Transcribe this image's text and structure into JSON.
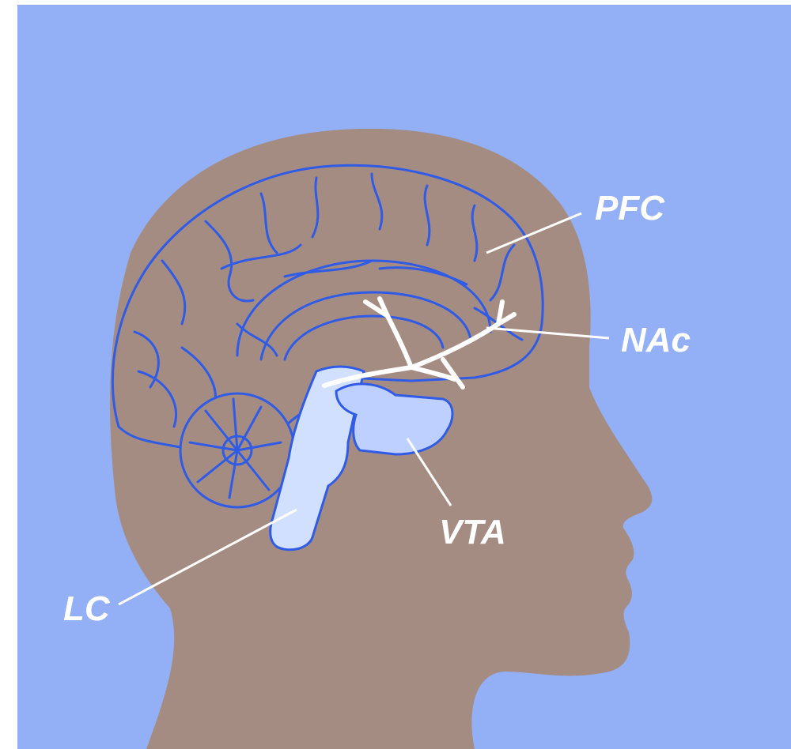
{
  "labels": {
    "pfc": "PFC",
    "nac": "NAc",
    "vta": "VTA",
    "lc": "LC"
  },
  "colors": {
    "background": "#93b0f7",
    "head": "#a58c82",
    "brain_outline": "#2f5be6",
    "brainstem_fill": "#d2e0ff",
    "pathway": "#ffffff"
  }
}
